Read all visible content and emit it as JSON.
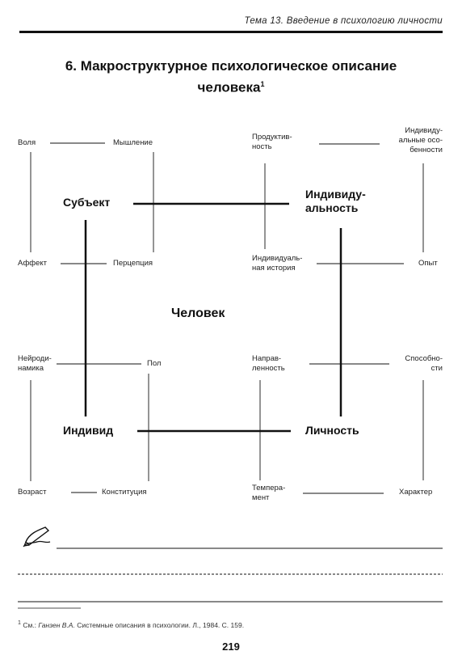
{
  "header": {
    "running_title": "Тема 13. Введение в психологию личности"
  },
  "title": {
    "line1": "6. Макроструктурное психологическое описание",
    "line2": "человека",
    "footnote_mark": "1"
  },
  "diagram": {
    "center": "Человек",
    "subject": "Субъект",
    "individuality_1": "Индивиду-",
    "individuality_2": "альность",
    "individual": "Индивид",
    "personality": "Личность",
    "volya": "Воля",
    "myshlenie": "Мышление",
    "affekt": "Аффект",
    "percepciya": "Перцепция",
    "productivity_1": "Продуктив-",
    "productivity_2": "ность",
    "indiv_features_1": "Индивиду-",
    "indiv_features_2": "альные осо-",
    "indiv_features_3": "бенности",
    "indiv_history_1": "Индивидуаль-",
    "indiv_history_2": "ная история",
    "opyt": "Опыт",
    "neurodyn_1": "Нейроди-",
    "neurodyn_2": "намика",
    "pol": "Пол",
    "vozrast": "Возраст",
    "konstituciya": "Конституция",
    "napravl_1": "Направ-",
    "napravl_2": "ленность",
    "sposobn_1": "Способно-",
    "sposobn_2": "сти",
    "temper_1": "Темпера-",
    "temper_2": "мент",
    "harakter": "Характер"
  },
  "footnote": {
    "mark": "1",
    "prefix": "См.:",
    "author": "Ганзен В.А.",
    "text": "Системные описания в психологии. Л., 1984. С. 159."
  },
  "page_number": "219"
}
